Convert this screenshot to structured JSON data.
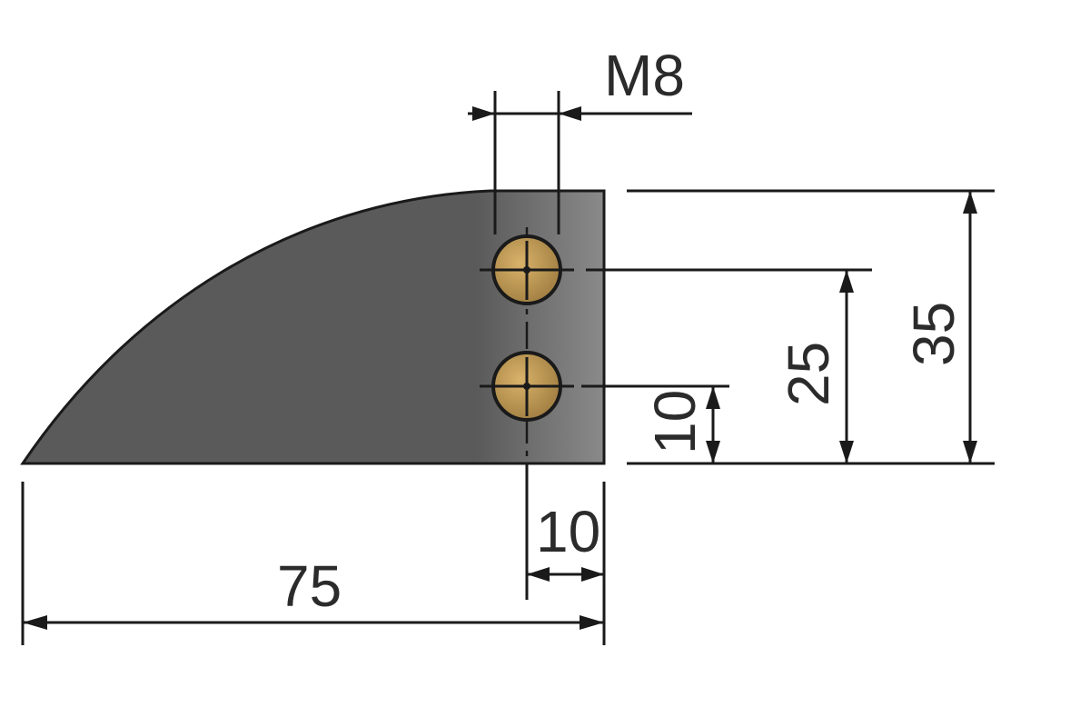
{
  "part": {
    "body_color": "#5a5a5a",
    "body_color_edge": "#8a8a8a",
    "outline_color": "#1a1a1a",
    "insert_color": "#d9b26a",
    "insert_color_dark": "#9c7a3e"
  },
  "dimensions": {
    "thread": "M8",
    "total_length": "75",
    "hole_offset_from_edge": "10",
    "total_height": "35",
    "upper_hole_height": "25",
    "lower_hole_height": "10"
  }
}
